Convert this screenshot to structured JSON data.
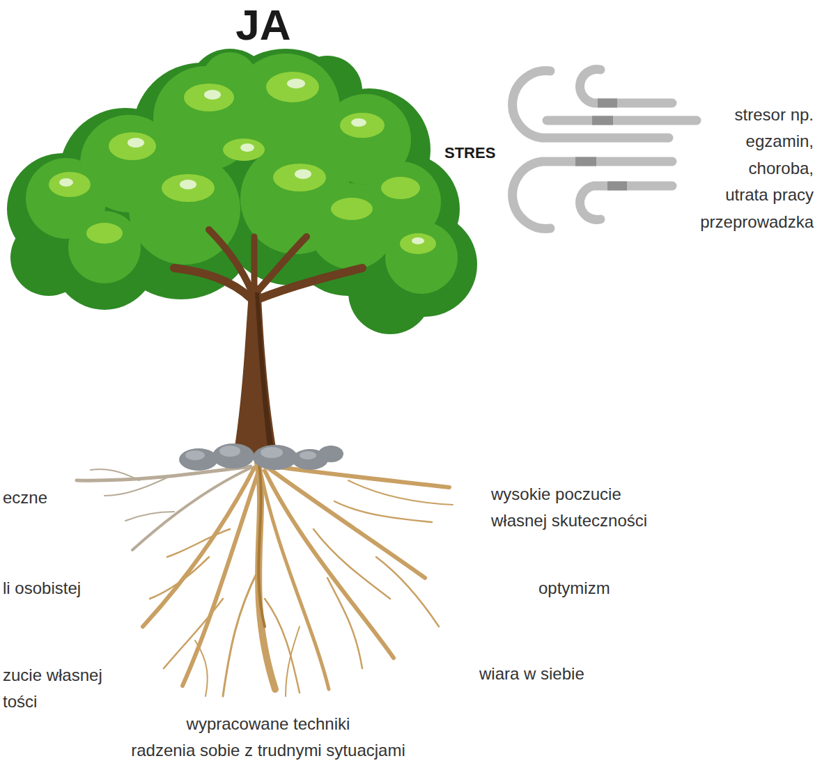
{
  "diagram": {
    "title": "JA",
    "labels": [
      "STRES",
      "stresor np. egzamin, choroba, utrata pracy przeprowadzka",
      "eczne",
      "li osobistej",
      "zucie własnej tości",
      "wysokie poczucie własnej skuteczności",
      "optymizm",
      "wiara w siebie",
      "wypracowane techniki radzenia sobie z trudnymi sytuacjami"
    ]
  }
}
